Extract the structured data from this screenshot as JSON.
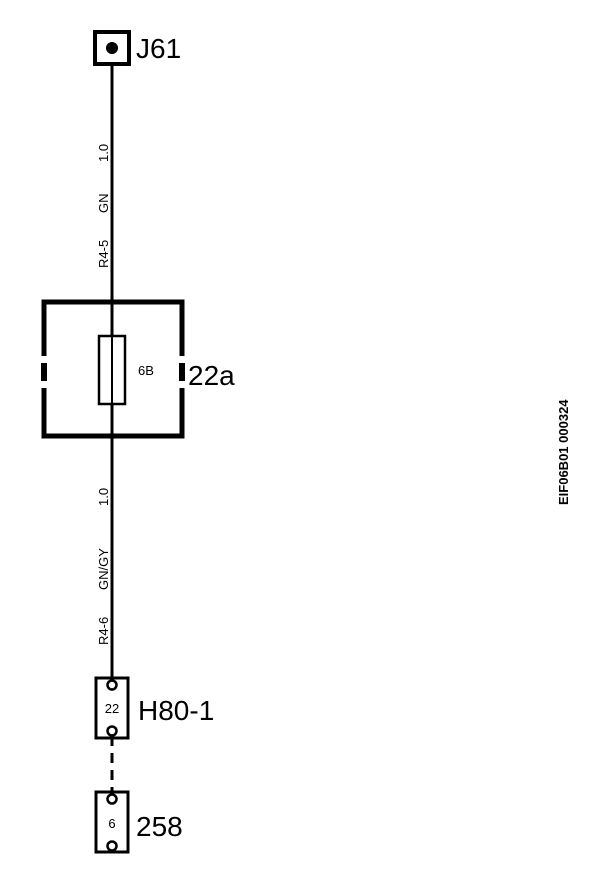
{
  "components": {
    "top_connector": {
      "label": "J61"
    },
    "fuse_box": {
      "label": "22a",
      "fuse_rating": "6B"
    },
    "connector_mid": {
      "label": "H80-1",
      "pin": "22"
    },
    "connector_bottom": {
      "label": "258",
      "pin": "6"
    }
  },
  "wires": {
    "upper": {
      "circuit": "R4-5",
      "color": "GN",
      "size": "1.0"
    },
    "lower": {
      "circuit": "R4-6",
      "color": "GN/GY",
      "size": "1.0"
    }
  },
  "reference_code": "EIF06B01 000324"
}
